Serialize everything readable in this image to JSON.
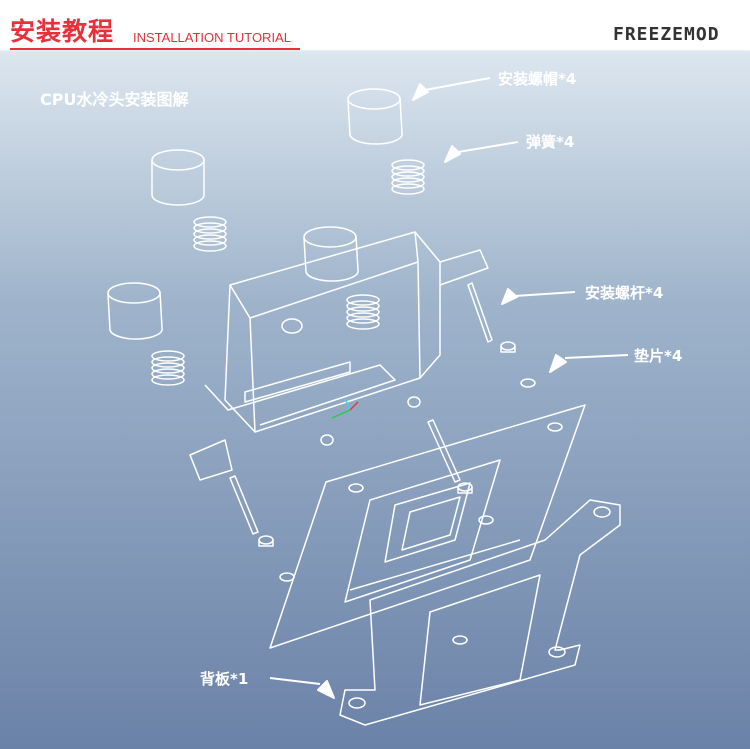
{
  "header": {
    "title_cn": "安装教程",
    "title_en": "INSTALLATION TUTORIAL",
    "brand": "FREEZEMOD"
  },
  "diagram": {
    "subtitle": "CPU水冷头安装图解",
    "labels": {
      "cap_nut": "安装螺帽*4",
      "spring": "弹簧*4",
      "screw": "安装螺杆*4",
      "washer": "垫片*4",
      "backplate": "背板*1"
    }
  },
  "colors": {
    "accent_red": "#e8303a",
    "line_white": "#ffffff"
  }
}
